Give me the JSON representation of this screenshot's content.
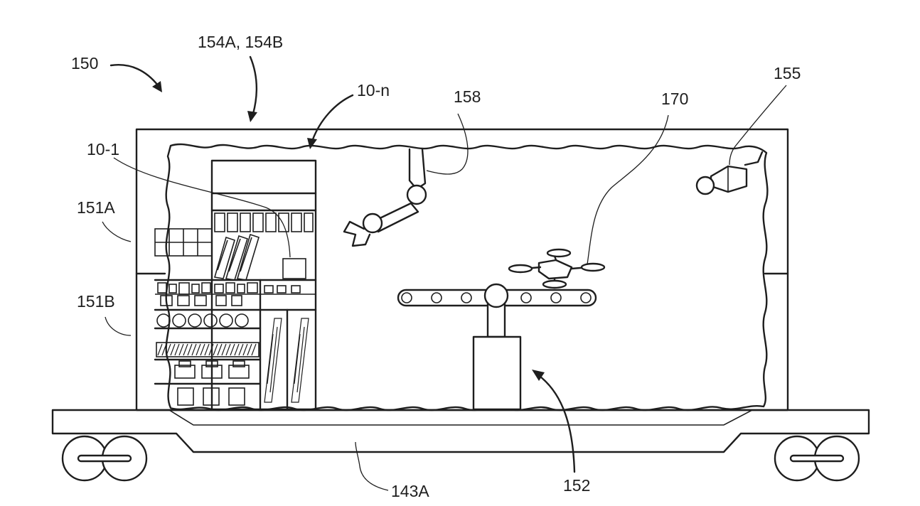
{
  "figure": {
    "labels": {
      "car": "150",
      "panels": "154A, 154B",
      "item_n": "10-n",
      "item_1": "10-1",
      "arm": "158",
      "drone": "170",
      "camera": "155",
      "wall_upper": "151A",
      "wall_lower": "151B",
      "platform": "152",
      "chassis": "143A"
    }
  }
}
